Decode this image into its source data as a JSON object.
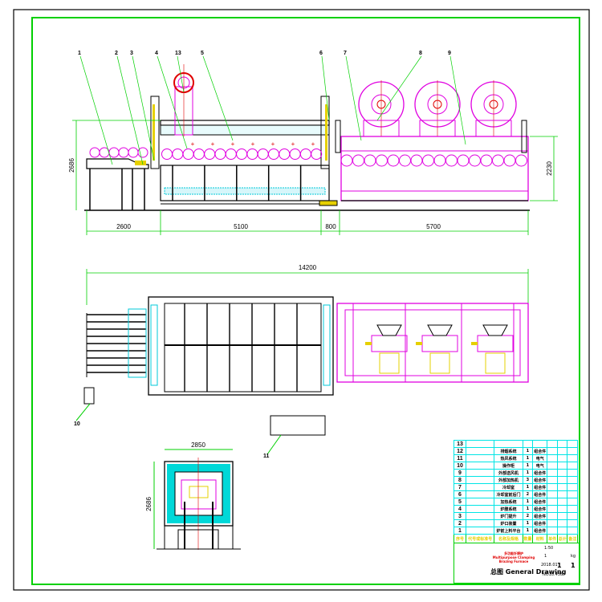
{
  "drawing": {
    "part_labels": [
      "1",
      "2",
      "3",
      "4",
      "13",
      "5",
      "6",
      "7",
      "8",
      "9"
    ],
    "plan_labels": [
      "10",
      "11"
    ],
    "dimensions": {
      "elev_height": "2686",
      "seg1": "2600",
      "seg2": "5100",
      "seg3": "800",
      "seg4": "5700",
      "right_height": "2230",
      "total_length": "14200",
      "section_width": "2850",
      "section_height": "2686"
    }
  },
  "parts_list": {
    "rows": [
      {
        "no": "13",
        "name": "",
        "qty": "",
        "remark": ""
      },
      {
        "no": "12",
        "name": "排烟系统",
        "qty": "1",
        "remark": "组合件"
      },
      {
        "no": "11",
        "name": "热风系统",
        "qty": "1",
        "remark": "电气"
      },
      {
        "no": "10",
        "name": "操作柜",
        "qty": "1",
        "remark": "电气"
      },
      {
        "no": "9",
        "name": "外部送风机",
        "qty": "1",
        "remark": "组合件"
      },
      {
        "no": "8",
        "name": "外部加热机",
        "qty": "3",
        "remark": "组合件"
      },
      {
        "no": "7",
        "name": "冷却室",
        "qty": "1",
        "remark": "组合件"
      },
      {
        "no": "6",
        "name": "冷却室前后门",
        "qty": "2",
        "remark": "组合件"
      },
      {
        "no": "5",
        "name": "加热系统",
        "qty": "1",
        "remark": "组合件"
      },
      {
        "no": "4",
        "name": "炉膛系统",
        "qty": "1",
        "remark": "组合件"
      },
      {
        "no": "3",
        "name": "炉门提升",
        "qty": "2",
        "remark": "组合件"
      },
      {
        "no": "2",
        "name": "炉口装置",
        "qty": "1",
        "remark": "组合件"
      },
      {
        "no": "1",
        "name": "炉前上料平台",
        "qty": "1",
        "remark": "组合件"
      }
    ],
    "header": [
      "序号",
      "代号或标准号",
      "名称及规格",
      "数量",
      "材料",
      "单件",
      "总计",
      "备注"
    ]
  },
  "title_block": {
    "company_cn": "多功能钎焊炉",
    "company_en": "Multipurpose Clamping Brazing Furnace",
    "title": "总图 General Drawing",
    "scale": "1:50",
    "sheet": "1",
    "unit": "kg",
    "date": "2018.01",
    "sheet_no": "1",
    "sheets_total": "1",
    "drawing_no": "NO18.438"
  },
  "colors": {
    "frame": "#00d000",
    "magenta": "#e000e0",
    "cyan": "#00c8d8",
    "red": "#e00000",
    "yellow": "#e6d000"
  }
}
